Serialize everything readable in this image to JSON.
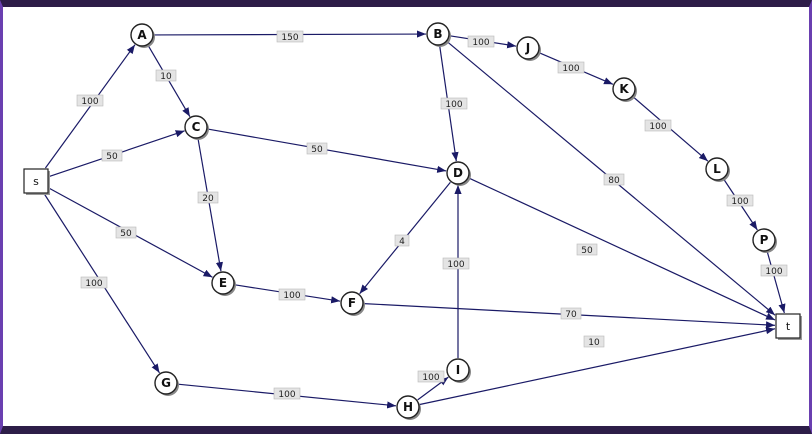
{
  "graph": {
    "nodes": [
      {
        "id": "s",
        "shape": "square"
      },
      {
        "id": "A",
        "shape": "circle"
      },
      {
        "id": "B",
        "shape": "circle"
      },
      {
        "id": "C",
        "shape": "circle"
      },
      {
        "id": "D",
        "shape": "circle"
      },
      {
        "id": "E",
        "shape": "circle"
      },
      {
        "id": "F",
        "shape": "circle"
      },
      {
        "id": "G",
        "shape": "circle"
      },
      {
        "id": "H",
        "shape": "circle"
      },
      {
        "id": "I",
        "shape": "circle"
      },
      {
        "id": "J",
        "shape": "circle"
      },
      {
        "id": "K",
        "shape": "circle"
      },
      {
        "id": "L",
        "shape": "circle"
      },
      {
        "id": "P",
        "shape": "circle"
      },
      {
        "id": "t",
        "shape": "square"
      }
    ],
    "edges": [
      {
        "from": "s",
        "to": "A",
        "weight": "100"
      },
      {
        "from": "s",
        "to": "C",
        "weight": "50"
      },
      {
        "from": "s",
        "to": "E",
        "weight": "50"
      },
      {
        "from": "s",
        "to": "G",
        "weight": "100"
      },
      {
        "from": "A",
        "to": "B",
        "weight": "150"
      },
      {
        "from": "A",
        "to": "C",
        "weight": "10"
      },
      {
        "from": "B",
        "to": "J",
        "weight": "100"
      },
      {
        "from": "B",
        "to": "D",
        "weight": "100"
      },
      {
        "from": "B",
        "to": "t",
        "weight": "80"
      },
      {
        "from": "C",
        "to": "D",
        "weight": "50"
      },
      {
        "from": "C",
        "to": "E",
        "weight": "20"
      },
      {
        "from": "D",
        "to": "F",
        "weight": "4"
      },
      {
        "from": "D",
        "to": "t",
        "weight": "50"
      },
      {
        "from": "E",
        "to": "F",
        "weight": "100"
      },
      {
        "from": "F",
        "to": "t",
        "weight": "70"
      },
      {
        "from": "G",
        "to": "H",
        "weight": "100"
      },
      {
        "from": "H",
        "to": "I",
        "weight": "100"
      },
      {
        "from": "H",
        "to": "t",
        "weight": "10"
      },
      {
        "from": "I",
        "to": "D",
        "weight": "100"
      },
      {
        "from": "J",
        "to": "K",
        "weight": "100"
      },
      {
        "from": "K",
        "to": "L",
        "weight": "100"
      },
      {
        "from": "L",
        "to": "P",
        "weight": "100"
      },
      {
        "from": "P",
        "to": "t",
        "weight": "100"
      }
    ],
    "colors": {
      "edge": "#1a1a66",
      "label_bg": "#e4e4e4",
      "frame_dark": "#2d1d48",
      "frame_accent": "#6a3fb0"
    }
  }
}
